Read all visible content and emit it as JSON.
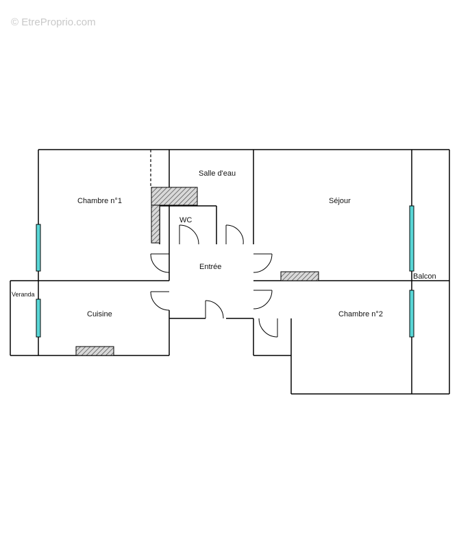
{
  "watermark": "© EtreProprio.com",
  "colors": {
    "window": "#59d6d6",
    "wall": "#000000",
    "hatch": "#555555"
  },
  "rooms": {
    "chambre1": "Chambre n°1",
    "salle_eau": "Salle d'eau",
    "wc": "WC",
    "sejour": "Séjour",
    "entree": "Entrée",
    "balcon": "Balcon",
    "veranda": "Veranda",
    "cuisine": "Cuisine",
    "chambre2": "Chambre n°2"
  }
}
